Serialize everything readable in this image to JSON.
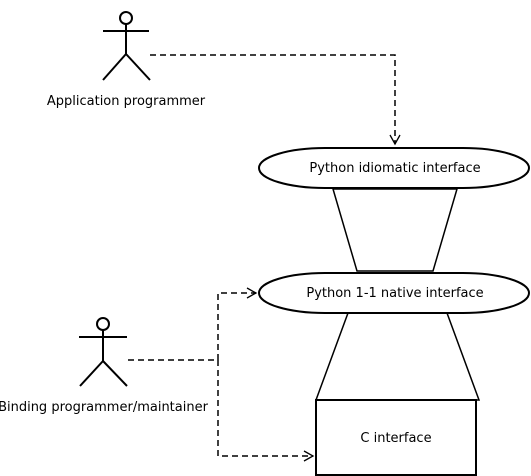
{
  "actors": {
    "application_programmer": {
      "label": "Application programmer"
    },
    "binding_programmer": {
      "label": "Binding programmer/maintainer"
    }
  },
  "layers": {
    "python_idiomatic": {
      "label": "Python idiomatic interface"
    },
    "python_native": {
      "label": "Python 1-1 native interface"
    },
    "c_interface": {
      "label": "C interface"
    }
  },
  "colors": {
    "stroke": "#000000",
    "background": "#ffffff"
  }
}
